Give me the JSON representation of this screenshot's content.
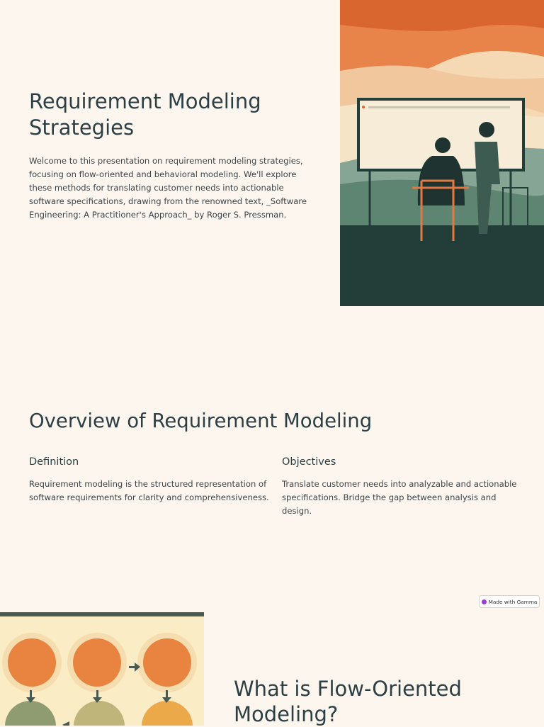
{
  "slide1": {
    "title": "Requirement Modeling Strategies",
    "body": "Welcome to this presentation on requirement modeling strategies, focusing on flow-oriented and behavioral modeling. We'll explore these methods for translating customer needs into actionable software specifications, drawing from the renowned text, _Software Engineering: A Practitioner's Approach_ by Roger S. Pressman.",
    "image": "illustration-two-people-at-whiteboard"
  },
  "slide2": {
    "title": "Overview of Requirement Modeling",
    "columns": [
      {
        "heading": "Definition",
        "text": "Requirement modeling is the structured representation of software requirements for clarity and comprehensiveness."
      },
      {
        "heading": "Objectives",
        "text": "Translate customer needs into analyzable and actionable specifications. Bridge the gap between analysis and design."
      }
    ]
  },
  "badge": {
    "label": "Made with Gamma",
    "icon": "gamma-logo-icon"
  },
  "slide3": {
    "title": "What is Flow-Oriented Modeling?",
    "image": "flow-diagram-illustration"
  },
  "colors": {
    "background": "#fdf6ef",
    "heading": "#2b3f45",
    "accent_orange": "#e8843f",
    "dark_green": "#233d38"
  }
}
